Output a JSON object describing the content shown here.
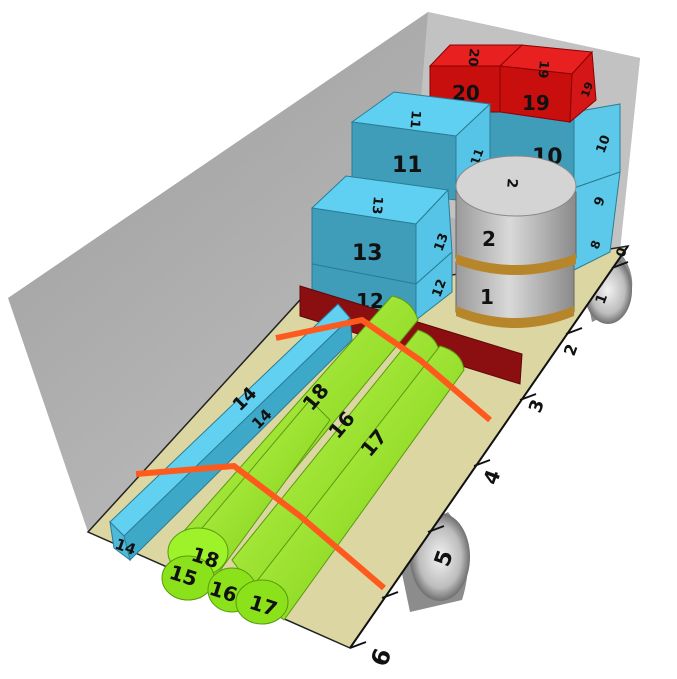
{
  "boxes": {
    "b20": {
      "front": "20",
      "top": "20"
    },
    "b19": {
      "front": "19",
      "top": "19",
      "side": "19"
    },
    "b11": {
      "front": "11",
      "top": "11",
      "side": "11"
    },
    "b10": {
      "front": "10",
      "top": "10"
    },
    "b9": {
      "side": "9"
    },
    "b8": {
      "side": "8"
    },
    "b13": {
      "front": "13",
      "top": "13",
      "side": "13"
    },
    "b12": {
      "front": "12",
      "side": "12"
    }
  },
  "barrels": {
    "top": "2",
    "upper": "2",
    "lower": "1"
  },
  "beams": {
    "top1": "14",
    "top2": "14",
    "end": "14"
  },
  "pipes": {
    "p18": "18",
    "p16": "16",
    "p17": "17",
    "end18": "18",
    "end15": "15",
    "end16": "16",
    "end17": "17"
  },
  "ruler": {
    "t0": "0",
    "t1": "1",
    "t2": "2",
    "t3": "3",
    "t4": "4",
    "t5": "5",
    "t6": "6"
  },
  "colors": {
    "box_blue": "#4bbfe0",
    "box_red": "#d21414",
    "pipe_green": "#9ef22a",
    "strap": "#ff5a1e",
    "barrier": "#8b0e10",
    "floor": "#dcd6a2",
    "wall": "#b4b4b4"
  }
}
